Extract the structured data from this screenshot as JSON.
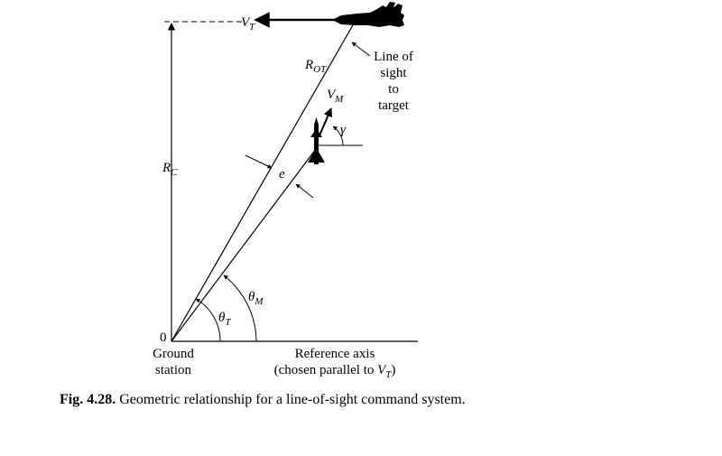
{
  "labels": {
    "vt_var": "V",
    "vt_sub": "T",
    "rot_var": "R",
    "rot_sub": "OT",
    "vm_var": "V",
    "vm_sub": "M",
    "gamma": "γ",
    "rc_var": "R",
    "rc_sub": "C",
    "e": "e",
    "theta_m_var": "θ",
    "theta_m_sub": "M",
    "theta_t_var": "θ",
    "theta_t_sub": "T",
    "origin": "0",
    "los_line1": "Line of",
    "los_line2": "sight",
    "los_line3": "to",
    "los_line4": "target",
    "ground_line1": "Ground",
    "ground_line2": "station",
    "ref_line1": "Reference axis",
    "ref_line2_pre": "(chosen parallel to ",
    "ref_line2_var": "V",
    "ref_line2_sub": "T",
    "ref_line2_post": ")"
  },
  "caption": {
    "number": "Fig. 4.28.",
    "text": " Geometric relationship for a line-of-sight command system."
  }
}
